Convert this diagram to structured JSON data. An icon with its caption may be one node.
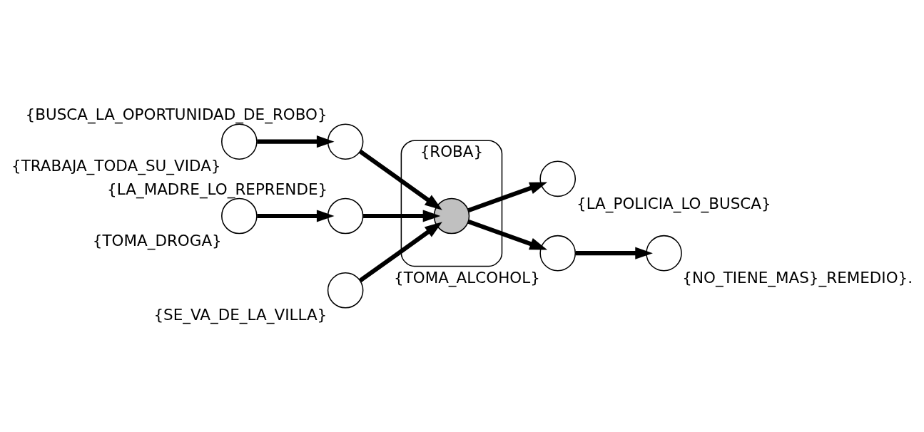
{
  "diagram": {
    "nodes": [
      {
        "text": [],
        "shape": "circle",
        "beside": [
          "{TRABAJA_TODA_SU_VIDA}"
        ]
      },
      {
        "text": [],
        "shape": "circle",
        "beside": [
          "{BUSCA_LA_OPORTUNIDAD_DE_ROBO}"
        ]
      },
      {
        "text": [],
        "shape": "circle",
        "beside": [
          "{TOMA_DROGA}"
        ]
      },
      {
        "text": [],
        "shape": "circle",
        "beside": [
          "{LA_MADRE_LO_REPRENDE}"
        ]
      },
      {
        "text": [
          "{ROBA}"
        ]
      },
      {
        "text": [],
        "shape": "circle",
        "in": 4
      },
      {
        "text": [],
        "shape": "circle",
        "beside": [
          "{LA_POLICIA_LO_BUSCA}"
        ]
      },
      {
        "text": [],
        "shape": "circle",
        "beside": [
          "{SE_VA_DE_LA_VILLA}"
        ]
      },
      {
        "text": [],
        "shape": "circle",
        "beside": [
          "{TOMA_ALCOHOL}"
        ]
      },
      {
        "text": [],
        "shape": "circle",
        "beside": [
          "{NO_TIENE_MAS}_REMEDIO}."
        ]
      }
    ],
    "edges": [
      {
        "from": 0,
        "to": 1,
        "arrow": "to"
      },
      {
        "from": 1,
        "to": 5,
        "arrow": "to"
      },
      {
        "from": 2,
        "to": 3,
        "arrow": "to"
      },
      {
        "from": 3,
        "to": 5,
        "arrow": "to"
      },
      {
        "from": 7,
        "to": 5,
        "arrow": "to"
      },
      {
        "from": 5,
        "to": 6,
        "arrow": "to"
      },
      {
        "from": 5,
        "to": 8,
        "arrow": "to"
      },
      {
        "from": 8,
        "to": 9,
        "arrow": "to"
      }
    ]
  }
}
